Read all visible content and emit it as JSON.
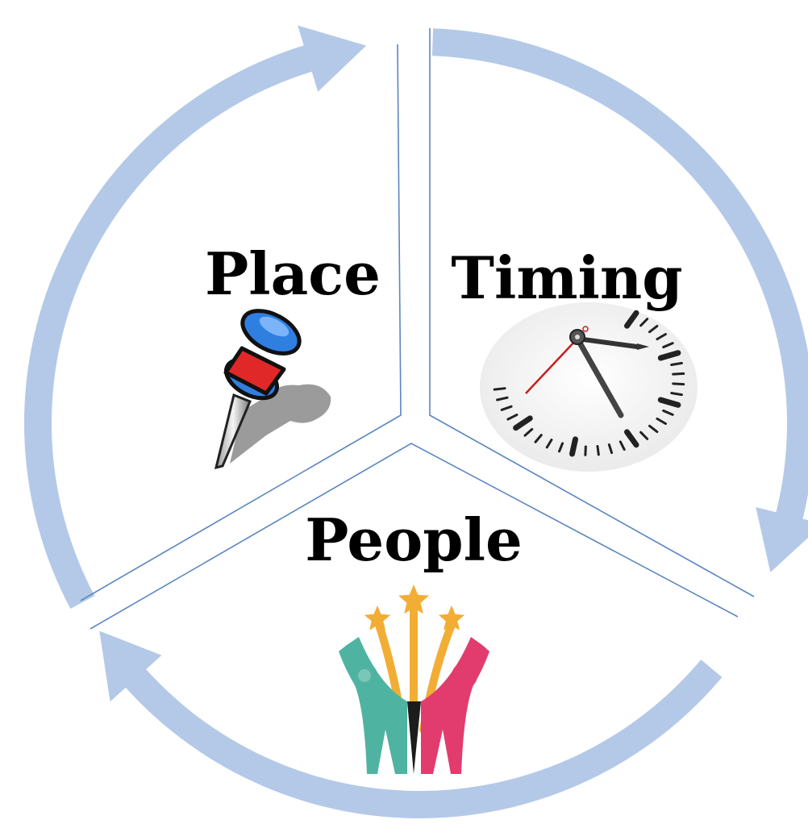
{
  "segments": [
    {
      "id": "place",
      "label": "Place",
      "icon": "push-pin-icon"
    },
    {
      "id": "timing",
      "label": "Timing",
      "icon": "clock-icon"
    },
    {
      "id": "people",
      "label": "People",
      "icon": "people-stars-icon"
    }
  ],
  "colors": {
    "arrow": "#b4c9e8",
    "divider": "#5b86c0",
    "pin_head": "#e02828",
    "pin_cap": "#2f7fe0",
    "clock_hand_red": "#c81e1e",
    "person_teal": "#4fb3a2",
    "person_pink": "#e23c6e",
    "star_gold": "#f2ad34"
  }
}
